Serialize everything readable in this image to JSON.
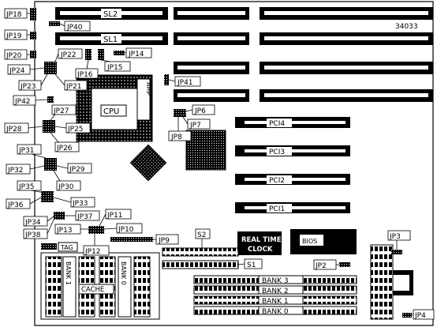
{
  "board_id": "34033",
  "slot_labels": {
    "sl1": "SL1",
    "sl2": "SL2"
  },
  "pci_slots": [
    "PCI4",
    "PCI3",
    "PCI2",
    "PCI1"
  ],
  "memory_banks": [
    "BANK 3",
    "BANK 2",
    "BANK 1",
    "BANK 0"
  ],
  "bank_labels": [
    "BANK 1",
    "BANK 0"
  ],
  "components": {
    "cpu": "CPU",
    "amp": "AMP",
    "rtc_line1": "REAL TIME",
    "rtc_line2": "CLOCK",
    "bios": "BIOS",
    "cache": "CACHE",
    "tag": "TAG"
  },
  "switches": {
    "s1": "S1",
    "s2": "S2"
  },
  "jumpers": {
    "jp2": "JP2",
    "jp3": "JP3",
    "jp4": "JP4",
    "jp6": "JP6",
    "jp7": "JP7",
    "jp8": "JP8",
    "jp9": "JP9",
    "jp10": "JP10",
    "jp11": "JP11",
    "jp12": "JP12",
    "jp13": "JP13",
    "jp14": "JP14",
    "jp15": "JP15",
    "jp16": "JP16",
    "jp18": "JP18",
    "jp19": "JP19",
    "jp20": "JP20",
    "jp21": "JP21",
    "jp22": "JP22",
    "jp23": "JP23",
    "jp24": "JP24",
    "jp25": "JP25",
    "jp26": "JP26",
    "jp27": "JP27",
    "jp28": "JP28",
    "jp29": "JP29",
    "jp30": "JP30",
    "jp31": "JP31",
    "jp32": "JP32",
    "jp33": "JP33",
    "jp34": "JP34",
    "jp35": "JP35",
    "jp36": "JP36",
    "jp37": "JP37",
    "jp38": "JP38",
    "jp40": "JP40",
    "jp41": "JP41",
    "jp42": "JP42"
  }
}
